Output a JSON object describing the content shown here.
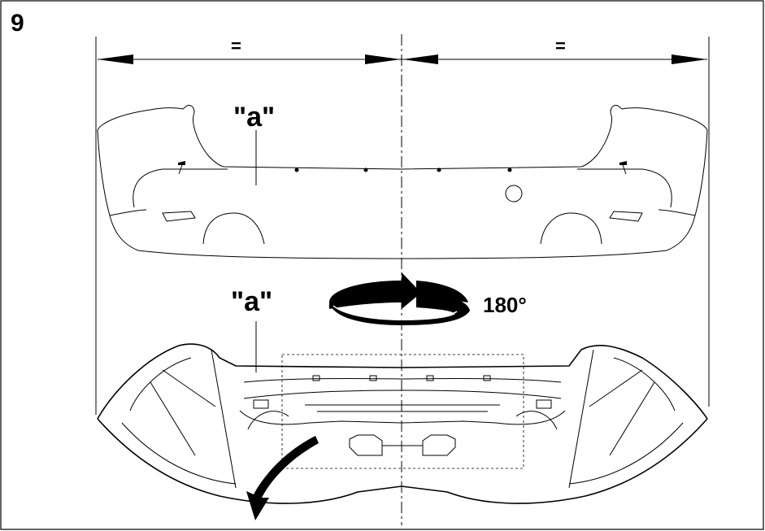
{
  "figure": {
    "number": "9",
    "equal_left": "=",
    "equal_right": "=",
    "label_top": "\"a\"",
    "label_bottom": "\"a\"",
    "rotation_label": "180°"
  },
  "colors": {
    "line": "#000000",
    "background": "#ffffff"
  }
}
